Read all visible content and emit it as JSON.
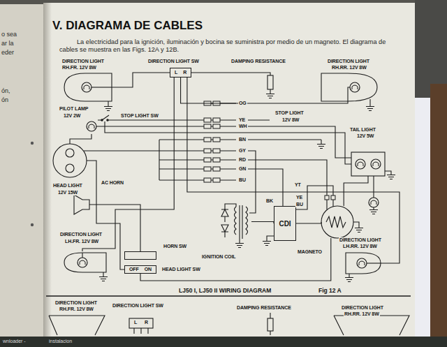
{
  "diagram": {
    "title": "V. DIAGRAMA DE CABLES",
    "caption": "LJ50 I, LJ50 II WIRING DIAGRAM",
    "nodes": [
      {
        "text": [
          "DIRECTION LIGHT",
          "RH.FR. 12V 8W"
        ]
      },
      {
        "text": [
          "DIRECTION LIGHT SW",
          "L",
          "R"
        ]
      },
      {
        "text": [
          "DAMPING RESISTANCE"
        ]
      },
      {
        "text": [
          "DIRECTION LIGHT",
          "RH.RR. 12V 8W"
        ]
      },
      {
        "text": [
          "PILOT LAMP",
          "12V 2W"
        ]
      },
      {
        "text": [
          "STOP LIGHT SW"
        ]
      },
      {
        "text": [
          "TAIL LIGHT",
          "12V 5W"
        ]
      },
      {
        "text": [
          "HEAD LIGHT",
          "12V 15W"
        ]
      },
      {
        "text": [
          "AC HORN"
        ]
      },
      {
        "text": [
          "IGNITION COIL"
        ]
      },
      {
        "text": [
          "CDI"
        ]
      },
      {
        "text": [
          "MAGNETO"
        ]
      },
      {
        "text": [
          "DIRECTION LIGHT",
          "LH.FR. 12V 8W"
        ]
      },
      {
        "text": [
          "HORN SW"
        ]
      },
      {
        "text": [
          "OFF",
          "ON",
          "HEAD LIGHT SW"
        ]
      },
      {
        "text": [
          "DIRECTION LIGHT",
          "LH.RR. 12V 8W"
        ]
      }
    ],
    "edges": [
      {
        "from": 1,
        "to": 0,
        "arrow": "none"
      },
      {
        "from": 1,
        "to": 3,
        "arrow": "none"
      },
      {
        "from": 1,
        "to": 12,
        "arrow": "none"
      },
      {
        "from": 1,
        "to": 15,
        "arrow": "none"
      },
      {
        "from": 11,
        "to": 10,
        "arrow": "none"
      },
      {
        "from": 10,
        "to": 9,
        "arrow": "none"
      },
      {
        "from": 11,
        "to": 6,
        "arrow": "none"
      },
      {
        "from": 7,
        "to": 14,
        "arrow": "none"
      },
      {
        "from": 8,
        "to": 13,
        "arrow": "none"
      },
      {
        "from": 5,
        "to": 6,
        "arrow": "none"
      },
      {
        "from": 11,
        "to": 14,
        "arrow": "none"
      },
      {
        "from": 4,
        "to": 7,
        "arrow": "none"
      }
    ],
    "labels": [
      "o sea",
      "ar la",
      "eder",
      "ón,",
      "ón",
      "La electricidad para la ignición, iluminación y bocina se suministra por medio de un magneto. El diagrama de cables se muestra en las Figs. 12A y 12B.",
      "OG",
      "YE",
      "WH",
      "BN",
      "GY",
      "RD",
      "GN",
      "BU",
      "BK",
      "YT",
      "YE",
      "BU",
      "STOP LIGHT",
      "12V 8W",
      "Fig 12 A",
      "DIRECTION LIGHT",
      "RH.FR. 12V 8W",
      "DIRECTION LIGHT SW",
      "L",
      "R",
      "DAMPING RESISTANCE",
      "DIRECTION LIGHT",
      "RH.RR. 12V 8W",
      "wnloader -",
      "instalacion"
    ]
  }
}
